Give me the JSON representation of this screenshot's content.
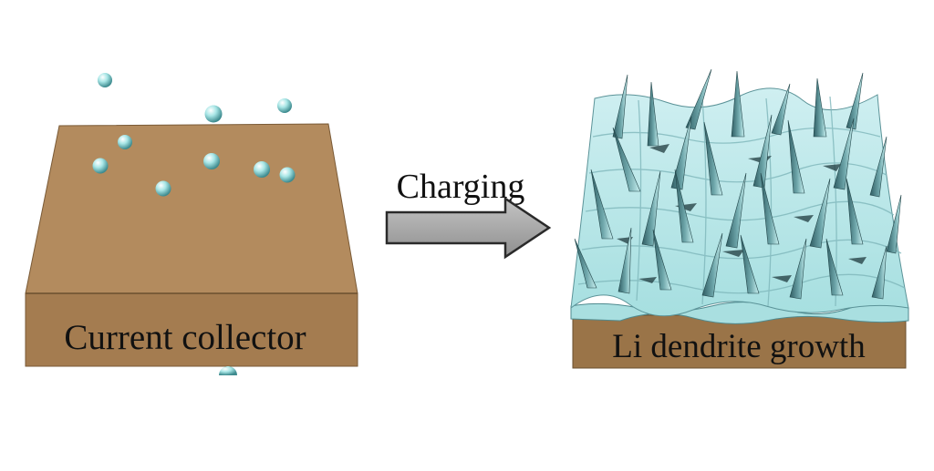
{
  "left_panel": {
    "label": "Current collector",
    "colors": {
      "top": "#b0895d",
      "front": "#a0794e",
      "side": "#8c6a43",
      "edge": "#6b4f2f"
    }
  },
  "arrow": {
    "label": "Charging",
    "colors": {
      "fill": "#a8a8a8",
      "stroke": "#2a2a2a"
    }
  },
  "right_panel": {
    "label": "Li dendrite growth",
    "colors": {
      "lithium": "#b9ecec",
      "lithium_shadow": "#3f6f75",
      "collector": "#9a7448"
    }
  },
  "ion_color": "#9fe3e3"
}
